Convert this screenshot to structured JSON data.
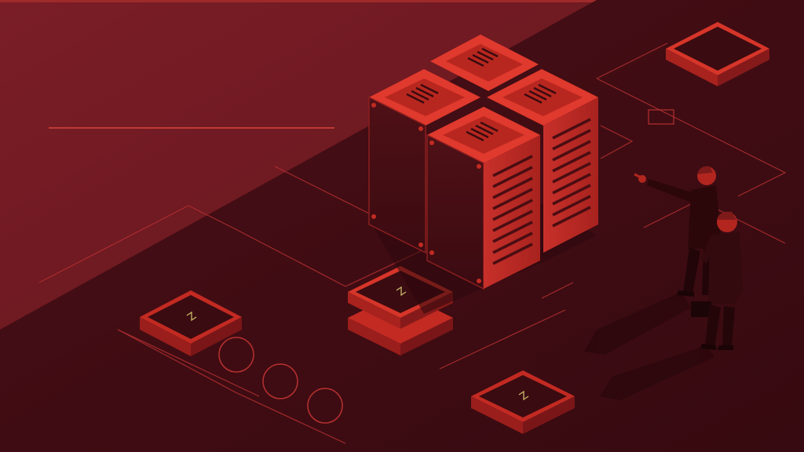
{
  "scene": {
    "subject": "isometric-server-room-illustration",
    "palette": {
      "background_light": "#6e1a22",
      "background_dark": "#3e0d14",
      "accent_red": "#e53a2e",
      "line_red": "#c2322c",
      "server_face_dark": "#501016",
      "server_face_light": "#c22a22",
      "server_top": "#d63529",
      "chip_top": "#3a0b10",
      "figure_dark": "#2a0609"
    },
    "elements": {
      "server_racks": 4,
      "chip_modules": 5,
      "people": 2,
      "circle_nodes": 3
    }
  }
}
